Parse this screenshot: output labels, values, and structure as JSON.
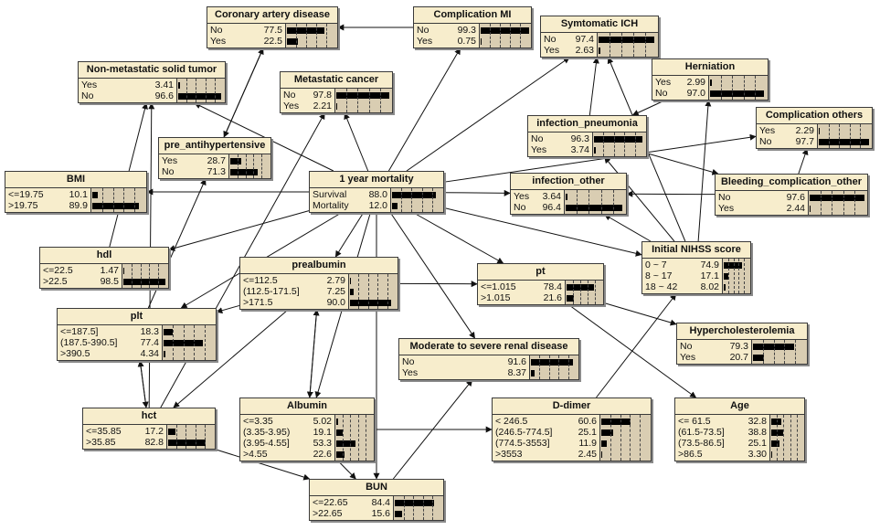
{
  "nodes": [
    {
      "id": "cad",
      "title": "Coronary artery disease",
      "states": [
        {
          "label": "No",
          "value": "77.5",
          "p": 77.5
        },
        {
          "label": "Yes",
          "value": "22.5",
          "p": 22.5
        }
      ]
    },
    {
      "id": "cmi",
      "title": "Complication MI",
      "states": [
        {
          "label": "No",
          "value": "99.3",
          "p": 99.3
        },
        {
          "label": "Yes",
          "value": "0.75",
          "p": 0.75
        }
      ]
    },
    {
      "id": "sich",
      "title": "Symtomatic ICH",
      "states": [
        {
          "label": "No",
          "value": "97.4",
          "p": 97.4
        },
        {
          "label": "Yes",
          "value": "2.63",
          "p": 2.63
        }
      ]
    },
    {
      "id": "nmst",
      "title": "Non-metastatic solid tumor",
      "states": [
        {
          "label": "Yes",
          "value": "3.41",
          "p": 3.41
        },
        {
          "label": "No",
          "value": "96.6",
          "p": 96.6
        }
      ]
    },
    {
      "id": "metca",
      "title": "Metastatic cancer",
      "states": [
        {
          "label": "No",
          "value": "97.8",
          "p": 97.8
        },
        {
          "label": "Yes",
          "value": "2.21",
          "p": 2.21
        }
      ]
    },
    {
      "id": "hern",
      "title": "Herniation",
      "states": [
        {
          "label": "Yes",
          "value": "2.99",
          "p": 2.99
        },
        {
          "label": "No",
          "value": "97.0",
          "p": 97.0
        }
      ]
    },
    {
      "id": "infp",
      "title": "infection_pneumonia",
      "states": [
        {
          "label": "No",
          "value": "96.3",
          "p": 96.3
        },
        {
          "label": "Yes",
          "value": "3.74",
          "p": 3.74
        }
      ]
    },
    {
      "id": "compo",
      "title": "Complication others",
      "states": [
        {
          "label": "Yes",
          "value": "2.29",
          "p": 2.29
        },
        {
          "label": "No",
          "value": "97.7",
          "p": 97.7
        }
      ]
    },
    {
      "id": "preanti",
      "title": "pre_antihypertensive",
      "states": [
        {
          "label": "Yes",
          "value": "28.7",
          "p": 28.7
        },
        {
          "label": "No",
          "value": "71.3",
          "p": 71.3
        }
      ]
    },
    {
      "id": "bmi",
      "title": "BMI",
      "states": [
        {
          "label": "<=19.75",
          "value": "10.1",
          "p": 10.1
        },
        {
          "label": ">19.75",
          "value": "89.9",
          "p": 89.9
        }
      ]
    },
    {
      "id": "mort",
      "title": "1 year mortality",
      "states": [
        {
          "label": "Survival",
          "value": "88.0",
          "p": 88.0
        },
        {
          "label": "Mortality",
          "value": "12.0",
          "p": 12.0
        }
      ]
    },
    {
      "id": "info",
      "title": "infection_other",
      "states": [
        {
          "label": "Yes",
          "value": "3.64",
          "p": 3.64
        },
        {
          "label": "No",
          "value": "96.4",
          "p": 96.4
        }
      ]
    },
    {
      "id": "bleed",
      "title": "Bleeding_complication_other",
      "states": [
        {
          "label": "No",
          "value": "97.6",
          "p": 97.6
        },
        {
          "label": "Yes",
          "value": "2.44",
          "p": 2.44
        }
      ]
    },
    {
      "id": "hdl",
      "title": "hdl",
      "states": [
        {
          "label": "<=22.5",
          "value": "1.47",
          "p": 1.47
        },
        {
          "label": ">22.5",
          "value": "98.5",
          "p": 98.5
        }
      ]
    },
    {
      "id": "nihss",
      "title": "Initial NIHSS score",
      "states": [
        {
          "label": "0 ~ 7",
          "value": "74.9",
          "p": 74.9
        },
        {
          "label": "8 ~ 17",
          "value": "17.1",
          "p": 17.1
        },
        {
          "label": "18 ~ 42",
          "value": "8.02",
          "p": 8.02
        }
      ]
    },
    {
      "id": "prealb",
      "title": "prealbumin",
      "states": [
        {
          "label": "<=112.5",
          "value": "2.79",
          "p": 2.79
        },
        {
          "label": "(112.5-171.5]",
          "value": "7.25",
          "p": 7.25
        },
        {
          "label": ">171.5",
          "value": "90.0",
          "p": 90.0
        }
      ]
    },
    {
      "id": "pt",
      "title": "pt",
      "states": [
        {
          "label": "<=1.015",
          "value": "78.4",
          "p": 78.4
        },
        {
          "label": ">1.015",
          "value": "21.6",
          "p": 21.6
        }
      ]
    },
    {
      "id": "plt",
      "title": "plt",
      "states": [
        {
          "label": "<=187.5]",
          "value": "18.3",
          "p": 18.3
        },
        {
          "label": "(187.5-390.5]",
          "value": "77.4",
          "p": 77.4
        },
        {
          "label": ">390.5",
          "value": "4.34",
          "p": 4.34
        }
      ]
    },
    {
      "id": "hyperc",
      "title": "Hypercholesterolemia",
      "states": [
        {
          "label": "No",
          "value": "79.3",
          "p": 79.3
        },
        {
          "label": "Yes",
          "value": "20.7",
          "p": 20.7
        }
      ]
    },
    {
      "id": "renal",
      "title": "Moderate to severe renal disease",
      "states": [
        {
          "label": "No",
          "value": "91.6",
          "p": 91.6
        },
        {
          "label": "Yes",
          "value": "8.37",
          "p": 8.37
        }
      ]
    },
    {
      "id": "hct",
      "title": "hct",
      "states": [
        {
          "label": "<=35.85",
          "value": "17.2",
          "p": 17.2
        },
        {
          "label": ">35.85",
          "value": "82.8",
          "p": 82.8
        }
      ]
    },
    {
      "id": "alb",
      "title": "Albumin",
      "states": [
        {
          "label": "<=3.35",
          "value": "5.02",
          "p": 5.02
        },
        {
          "label": "(3.35-3.95)",
          "value": "19.1",
          "p": 19.1
        },
        {
          "label": "(3.95-4.55]",
          "value": "53.3",
          "p": 53.3
        },
        {
          "label": ">4.55",
          "value": "22.6",
          "p": 22.6
        }
      ]
    },
    {
      "id": "ddimer",
      "title": "D-dimer",
      "states": [
        {
          "label": "< 246.5",
          "value": "60.6",
          "p": 60.6
        },
        {
          "label": "(246.5-774.5]",
          "value": "25.1",
          "p": 25.1
        },
        {
          "label": "(774.5-3553]",
          "value": "11.9",
          "p": 11.9
        },
        {
          "label": ">3553",
          "value": "2.45",
          "p": 2.45
        }
      ]
    },
    {
      "id": "age",
      "title": "Age",
      "states": [
        {
          "label": "<= 61.5",
          "value": "32.8",
          "p": 32.8
        },
        {
          "label": "(61.5-73.5]",
          "value": "38.8",
          "p": 38.8
        },
        {
          "label": "(73.5-86.5]",
          "value": "25.1",
          "p": 25.1
        },
        {
          "label": ">86.5",
          "value": "3.30",
          "p": 3.3
        }
      ]
    },
    {
      "id": "bun",
      "title": "BUN",
      "states": [
        {
          "label": "<=22.65",
          "value": "84.4",
          "p": 84.4
        },
        {
          "label": ">22.65",
          "value": "15.6",
          "p": 15.6
        }
      ]
    }
  ],
  "edges": [
    [
      "mort",
      "cmi"
    ],
    [
      "mort",
      "sich"
    ],
    [
      "mort",
      "metca"
    ],
    [
      "mort",
      "nmst"
    ],
    [
      "mort",
      "bmi"
    ],
    [
      "mort",
      "hdl"
    ],
    [
      "mort",
      "info"
    ],
    [
      "mort",
      "compo"
    ],
    [
      "mort",
      "nihss"
    ],
    [
      "mort",
      "pt"
    ],
    [
      "mort",
      "renal"
    ],
    [
      "mort",
      "prealb"
    ],
    [
      "mort",
      "plt"
    ],
    [
      "mort",
      "alb"
    ],
    [
      "mort",
      "bun"
    ],
    [
      "cmi",
      "cad"
    ],
    [
      "preanti",
      "cad"
    ],
    [
      "cad",
      "preanti"
    ],
    [
      "infp",
      "sich"
    ],
    [
      "infp",
      "bleed"
    ],
    [
      "nihss",
      "hern"
    ],
    [
      "nihss",
      "sich"
    ],
    [
      "nihss",
      "infp"
    ],
    [
      "nihss",
      "info"
    ],
    [
      "bleed",
      "info"
    ],
    [
      "bleed",
      "compo"
    ],
    [
      "hern",
      "infp"
    ],
    [
      "prealb",
      "pt"
    ],
    [
      "prealb",
      "plt"
    ],
    [
      "prealb",
      "hct"
    ],
    [
      "prealb",
      "alb"
    ],
    [
      "alb",
      "prealb"
    ],
    [
      "pt",
      "hyperc"
    ],
    [
      "pt",
      "age"
    ],
    [
      "ddimer",
      "nihss"
    ],
    [
      "alb",
      "ddimer"
    ],
    [
      "alb",
      "bun"
    ],
    [
      "bun",
      "renal"
    ],
    [
      "hct",
      "metca"
    ],
    [
      "hct",
      "nmst"
    ],
    [
      "hct",
      "bun"
    ],
    [
      "plt",
      "hct"
    ],
    [
      "hct",
      "plt"
    ],
    [
      "hdl",
      "nmst"
    ],
    [
      "plt",
      "preanti"
    ]
  ]
}
